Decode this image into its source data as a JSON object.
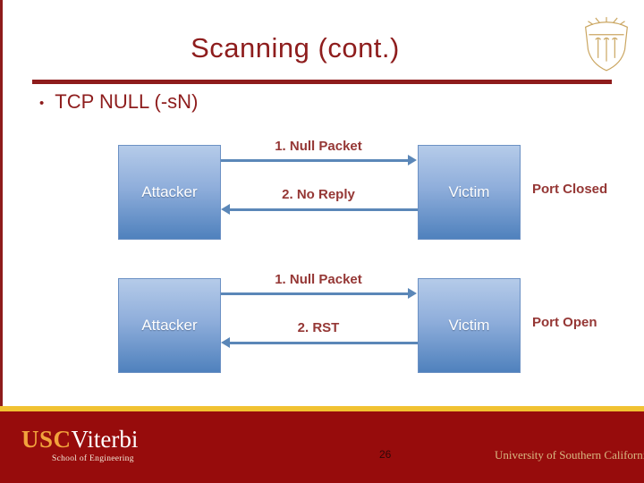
{
  "slide": {
    "title": "Scanning (cont.)",
    "bullet_marker": "•",
    "bullet_text": "TCP NULL (-sN)"
  },
  "diagrams": [
    {
      "actor_left": "Attacker",
      "actor_right": "Victim",
      "arrow1_label": "1. Null Packet",
      "arrow2_label": "2. No Reply",
      "result_label": "Port Closed"
    },
    {
      "actor_left": "Attacker",
      "actor_right": "Victim",
      "arrow1_label": "1. Null Packet",
      "arrow2_label": "2. RST",
      "result_label": "Port Open"
    }
  ],
  "footer": {
    "logo_usc": "USC",
    "logo_viterbi": "Viterbi",
    "logo_subtitle": "School of Engineering",
    "page_number": "26",
    "university_name": "University of Southern California"
  },
  "colors": {
    "maroon": "#8E1C1C",
    "diagram_label_red": "#953735",
    "footer_red": "#970C0C",
    "gold_stripe": "#F1C232",
    "usc_gold": "#F2A33C",
    "box_blue_top": "#B5CBE9",
    "box_blue_bottom": "#4F81BD",
    "arrow_blue": "#5B87B8"
  },
  "icons": {
    "shield": "usc-shield-icon"
  }
}
